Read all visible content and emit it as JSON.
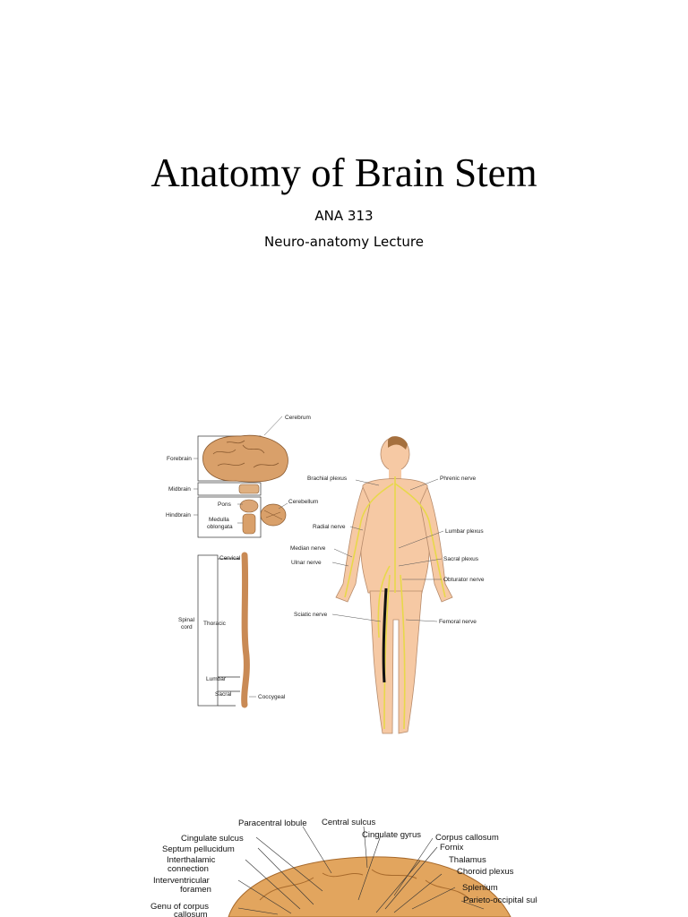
{
  "slide": {
    "title": "Anatomy of Brain Stem",
    "course_code": "ANA 313",
    "lecture": "Neuro-anatomy Lecture"
  },
  "figure1": {
    "labels": {
      "cerebrum": "Cerebrum",
      "forebrain": "Forebrain",
      "midbrain": "Midbrain",
      "pons": "Pons",
      "cerebellum": "Cerebellum",
      "hindbrain": "Hindbrain",
      "medulla": "Medulla",
      "oblongata": "oblongata",
      "cervical": "Cervical",
      "spinal": "Spinal",
      "cord": "cord",
      "thoracic": "Thoracic",
      "lumbar": "Lumbar",
      "sacral": "Sacral",
      "coccygeal": "Coccygeal",
      "brachial_plexus": "Brachial plexus",
      "phrenic_nerve": "Phrenic nerve",
      "radial_nerve": "Radial nerve",
      "lumbar_plexus": "Lumbar plexus",
      "median_nerve": "Median nerve",
      "sacral_plexus": "Sacral plexus",
      "ulnar_nerve": "Ulnar nerve",
      "obturator_nerve": "Obturator nerve",
      "sciatic_nerve": "Sciatic nerve",
      "femoral_nerve": "Femoral nerve"
    },
    "colors": {
      "skin": "#f6c9a4",
      "brain": "#d9a06a",
      "nerve": "#e8d84a"
    }
  },
  "figure2": {
    "labels": {
      "paracentral_lobule": "Paracentral lobule",
      "central_sulcus": "Central sulcus",
      "cingulate_sulcus": "Cingulate sulcus",
      "cingulate_gyrus": "Cingulate gyrus",
      "corpus_callosum": "Corpus callosum",
      "septum_pellucidum": "Septum pellucidum",
      "fornix": "Fornix",
      "interthalamic": "Interthalamic",
      "connection": "connection",
      "thalamus": "Thalamus",
      "choroid_plexus": "Choroid plexus",
      "interventricular": "Interventricular",
      "foramen": "foramen",
      "splenium": "Splenium",
      "parieto_occipital_sulcus": "Parieto-occipital sulcus",
      "genu_of_corpus": "Genu of corpus",
      "callosum": "callosum"
    },
    "colors": {
      "cortex": "#e2a55e"
    }
  }
}
